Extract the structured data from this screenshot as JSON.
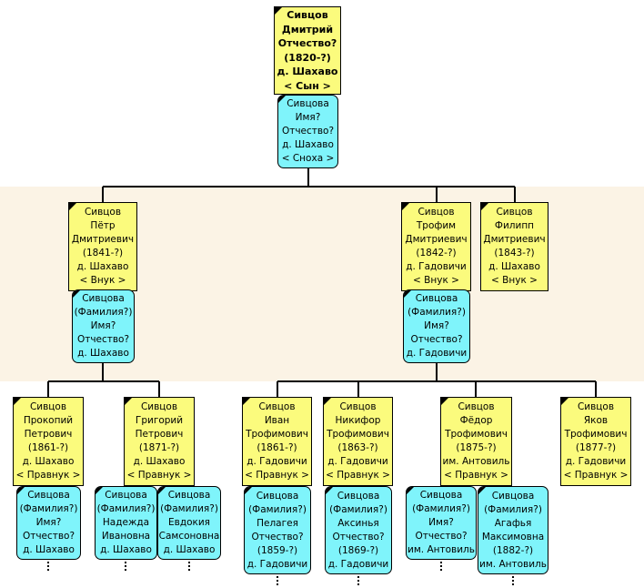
{
  "nodes": [
    {
      "id": "n_dmitry",
      "type": "m",
      "lines": [
        "Сивцов",
        "Дмитрий",
        "Отчество?",
        "(1820-?)",
        "д. Шахаво",
        "< Сын >"
      ]
    },
    {
      "id": "n_dmitry_wife",
      "type": "w",
      "lines": [
        "Сивцова",
        "Имя?",
        "Отчество?",
        "д. Шахаво",
        "< Сноха >"
      ]
    },
    {
      "id": "n_petr",
      "type": "m",
      "lines": [
        "Сивцов",
        "Пётр",
        "Дмитриевич",
        "(1841-?)",
        "д. Шахаво",
        "< Внук >"
      ]
    },
    {
      "id": "n_petr_wife",
      "type": "w",
      "lines": [
        "Сивцова",
        "(Фамилия?)",
        "Имя?",
        "Отчество?",
        "д. Шахаво"
      ]
    },
    {
      "id": "n_trofim",
      "type": "m",
      "lines": [
        "Сивцов",
        "Трофим",
        "Дмитриевич",
        "(1842-?)",
        "д. Гадовичи",
        "< Внук >"
      ]
    },
    {
      "id": "n_trofim_wife",
      "type": "w",
      "lines": [
        "Сивцова",
        "(Фамилия?)",
        "Имя?",
        "Отчество?",
        "д. Гадовичи"
      ]
    },
    {
      "id": "n_filipp",
      "type": "m",
      "lines": [
        "Сивцов",
        "Филипп",
        "Дмитриевич",
        "(1843-?)",
        "д. Шахаво",
        "< Внук >"
      ]
    },
    {
      "id": "n_prokopiy",
      "type": "m",
      "lines": [
        "Сивцов",
        "Прокопий",
        "Петрович",
        "(1861-?)",
        "д. Шахаво",
        "< Правнук >"
      ]
    },
    {
      "id": "n_prokopiy_wife",
      "type": "w",
      "lines": [
        "Сивцова",
        "(Фамилия?)",
        "Имя?",
        "Отчество?",
        "д. Шахаво"
      ]
    },
    {
      "id": "n_grigoriy",
      "type": "m",
      "lines": [
        "Сивцов",
        "Григорий",
        "Петрович",
        "(1871-?)",
        "д. Шахаво",
        "< Правнук >"
      ]
    },
    {
      "id": "n_grigoriy_wife1",
      "type": "w",
      "lines": [
        "Сивцова",
        "(Фамилия?)",
        "Надежда",
        "Ивановна",
        "д. Шахаво"
      ]
    },
    {
      "id": "n_grigoriy_wife2",
      "type": "w",
      "lines": [
        "Сивцова",
        "(Фамилия?)",
        "Евдокия",
        "Самсоновна",
        "д. Шахаво"
      ]
    },
    {
      "id": "n_ivan",
      "type": "m",
      "lines": [
        "Сивцов",
        "Иван",
        "Трофимович",
        "(1861-?)",
        "д. Гадовичи",
        "< Правнук >"
      ]
    },
    {
      "id": "n_ivan_wife",
      "type": "w",
      "lines": [
        "Сивцова",
        "(Фамилия?)",
        "Пелагея",
        "Отчество?",
        "(1859-?)",
        "д. Гадовичи"
      ]
    },
    {
      "id": "n_nikifor",
      "type": "m",
      "lines": [
        "Сивцов",
        "Никифор",
        "Трофимович",
        "(1863-?)",
        "д. Гадовичи",
        "< Правнук >"
      ]
    },
    {
      "id": "n_nikifor_wife",
      "type": "w",
      "lines": [
        "Сивцова",
        "(Фамилия?)",
        "Аксинья",
        "Отчество?",
        "(1869-?)",
        "д. Гадовичи"
      ]
    },
    {
      "id": "n_fedor",
      "type": "m",
      "lines": [
        "Сивцов",
        "Фёдор",
        "Трофимович",
        "(1875-?)",
        "им. Антовиль",
        "< Правнук >"
      ]
    },
    {
      "id": "n_fedor_wife1",
      "type": "w",
      "lines": [
        "Сивцова",
        "(Фамилия?)",
        "Имя?",
        "Отчество?",
        "им. Антовиль"
      ]
    },
    {
      "id": "n_fedor_wife2",
      "type": "w",
      "lines": [
        "Сивцова",
        "(Фамилия?)",
        "Агафья",
        "Максимовна",
        "(1882-?)",
        "им. Антовиль"
      ]
    },
    {
      "id": "n_yakov",
      "type": "m",
      "lines": [
        "Сивцов",
        "Яков",
        "Трофимович",
        "(1877-?)",
        "д. Гадовичи",
        "< Правнук >"
      ]
    }
  ]
}
